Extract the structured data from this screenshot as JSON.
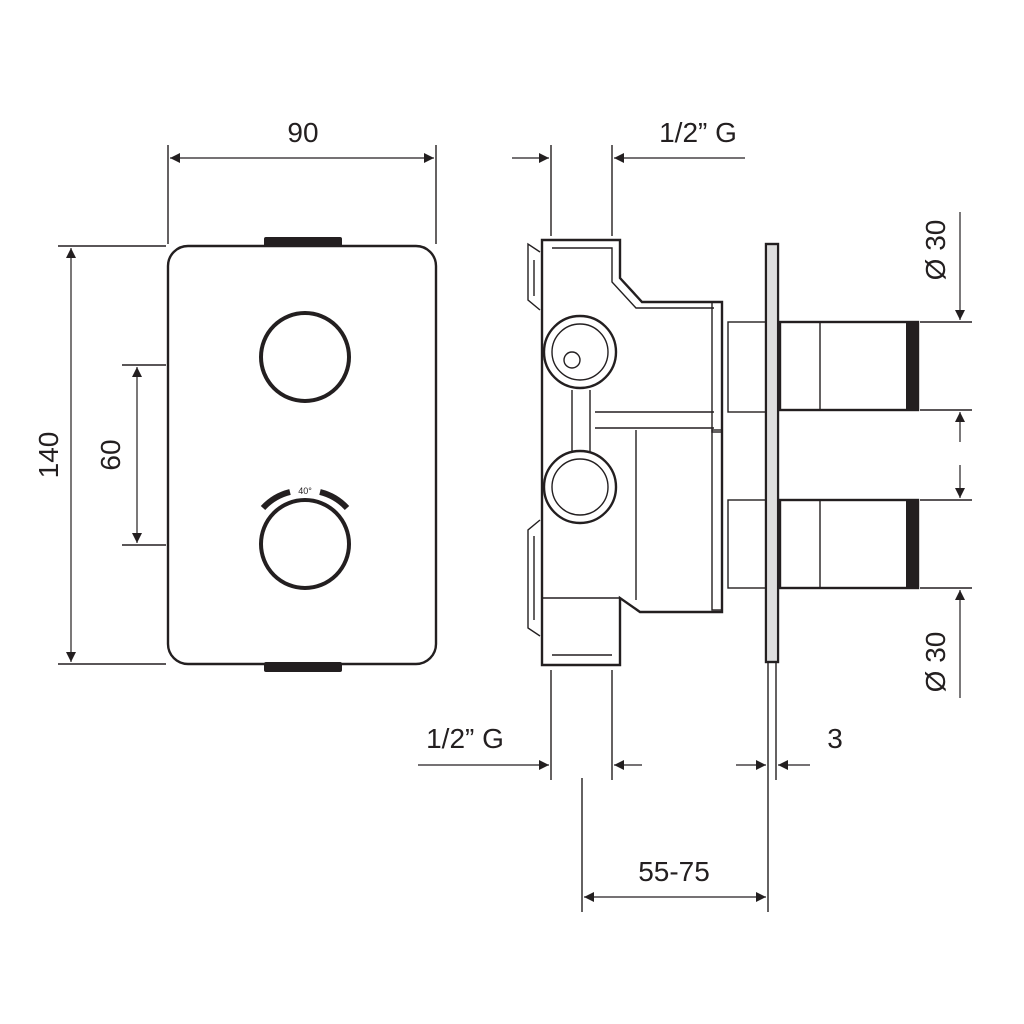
{
  "front_view": {
    "width_label": "90",
    "height_label": "140",
    "knob_spacing_label": "60",
    "temperature_mark": "40°"
  },
  "side_view": {
    "top_connection_label": "1/2” G",
    "bottom_connection_label": "1/2” G",
    "upper_knob_diameter_label": "Ø 30",
    "lower_knob_diameter_label": "Ø 30",
    "plate_thickness_label": "3",
    "installation_depth_label": "55-75"
  },
  "colors": {
    "line": "#231f20",
    "background": "#ffffff"
  }
}
